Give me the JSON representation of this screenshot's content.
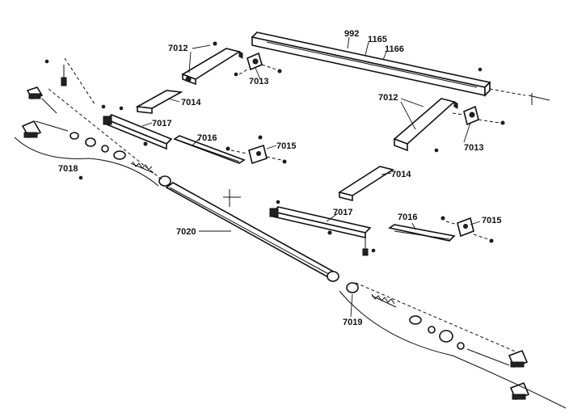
{
  "labels": {
    "l992": "992",
    "l1165": "1165",
    "l1166": "1166",
    "l7012a": "7012",
    "l7013a": "7013",
    "l7014a": "7014",
    "l7017a": "7017",
    "l7016a": "7016",
    "l7015a": "7015",
    "l7018": "7018",
    "l7012b": "7012",
    "l7013b": "7013",
    "l7014b": "7014",
    "l7017b": "7017",
    "l7016b": "7016",
    "l7015b": "7015",
    "l7020": "7020",
    "l7019": "7019"
  }
}
